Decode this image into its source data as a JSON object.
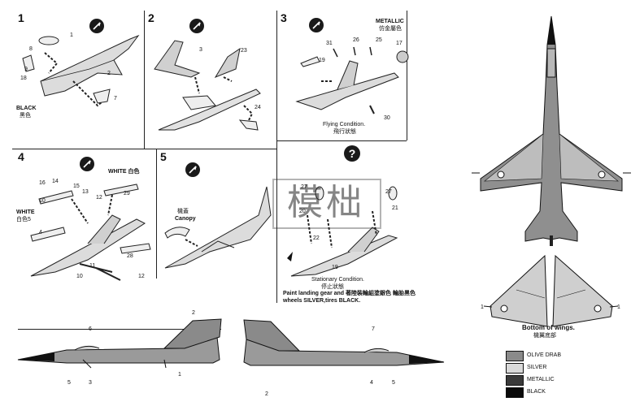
{
  "steps": {
    "s1": "1",
    "s2": "2",
    "s3": "3",
    "s4": "4",
    "s5": "5"
  },
  "panel1": {
    "parts": [
      "8",
      "1",
      "9",
      "18",
      "2",
      "7"
    ],
    "note_en": "BLACK",
    "note_cn": "黑色"
  },
  "panel2": {
    "parts": [
      "3",
      "23",
      "24"
    ]
  },
  "panel3": {
    "parts": [
      "19",
      "31",
      "26",
      "25",
      "17",
      "30"
    ],
    "metallic_en": "METALLIC",
    "metallic_cn": "仿金屬色",
    "caption_en": "Flying Condition.",
    "caption_cn": "飛行狀態"
  },
  "panel4": {
    "parts": [
      "16",
      "14",
      "15",
      "10",
      "13",
      "12",
      "29",
      "4",
      "28",
      "11",
      "10",
      "12"
    ],
    "white1_en": "WHITE",
    "white1_cn": "白色",
    "white2_en": "WHITE",
    "white2_cn": "白色",
    "white2_num": "5"
  },
  "panel5": {
    "canopy_cn": "機蓋",
    "canopy_en": "Canopy"
  },
  "panel_q": {
    "parts": [
      "27",
      "20",
      "27",
      "21",
      "22",
      "19"
    ],
    "caption_en": "Stationary Condition.",
    "caption_cn": "停止狀態",
    "paint_note_line1": "Paint landing gear and 著陸裝輪組塗銀色 輪胎黑色",
    "paint_note_line2": "wheels SILVER,tires BLACK."
  },
  "side_left": {
    "parts": [
      "2",
      "6",
      "1",
      "5",
      "3"
    ]
  },
  "side_right": {
    "parts": [
      "7",
      "2",
      "4",
      "5"
    ]
  },
  "wings": {
    "parts": [
      "1",
      "1"
    ],
    "caption_en": "Bottom of wings.",
    "caption_cn": "機翼底部"
  },
  "legend": [
    {
      "label": "OLIVE DRAB",
      "color": "#8a8a8a"
    },
    {
      "label": "SILVER",
      "color": "#d9d9d9"
    },
    {
      "label": "METALLIC",
      "color": "#3a3a3a"
    },
    {
      "label": "BLACK",
      "color": "#0a0a0a"
    }
  ],
  "watermark": "模柮",
  "icons": [
    "wrench-icon",
    "question-icon"
  ]
}
